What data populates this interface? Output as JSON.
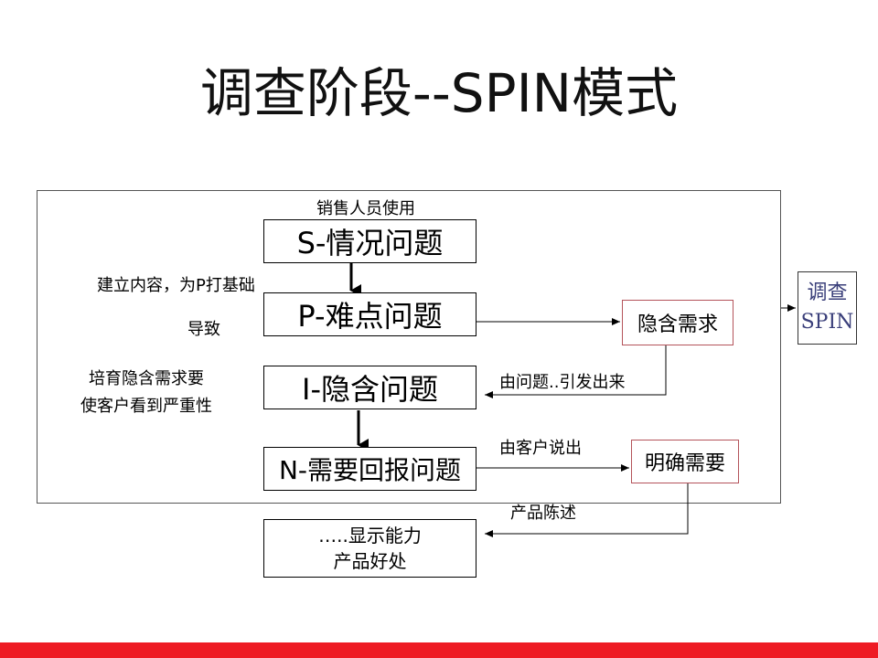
{
  "title": "调查阶段--SPIN模式",
  "labels": {
    "top": "销售人员使用",
    "build": "建立内容，为P打基础",
    "lead": "导致",
    "cultivate_line1": "培育隐含需求要",
    "cultivate_line2": "使客户看到严重性",
    "from_question": "由问题..引发出来",
    "from_customer": "由客户说出",
    "product_statement": "产品陈述"
  },
  "steps": {
    "s": "S-情况问题",
    "p": "P-难点问题",
    "i": "I-隐含问题",
    "n": "N-需要回报问题"
  },
  "needs": {
    "implied": "隐含需求",
    "explicit": "明确需要"
  },
  "result": {
    "line1": "…..显示能力",
    "line2": "产品好处"
  },
  "side": {
    "line1": "调查",
    "line2": "SPIN"
  },
  "colors": {
    "accent_bar": "#ee1b24",
    "need_border": "#b4535a",
    "side_text": "#3a3f7a"
  }
}
